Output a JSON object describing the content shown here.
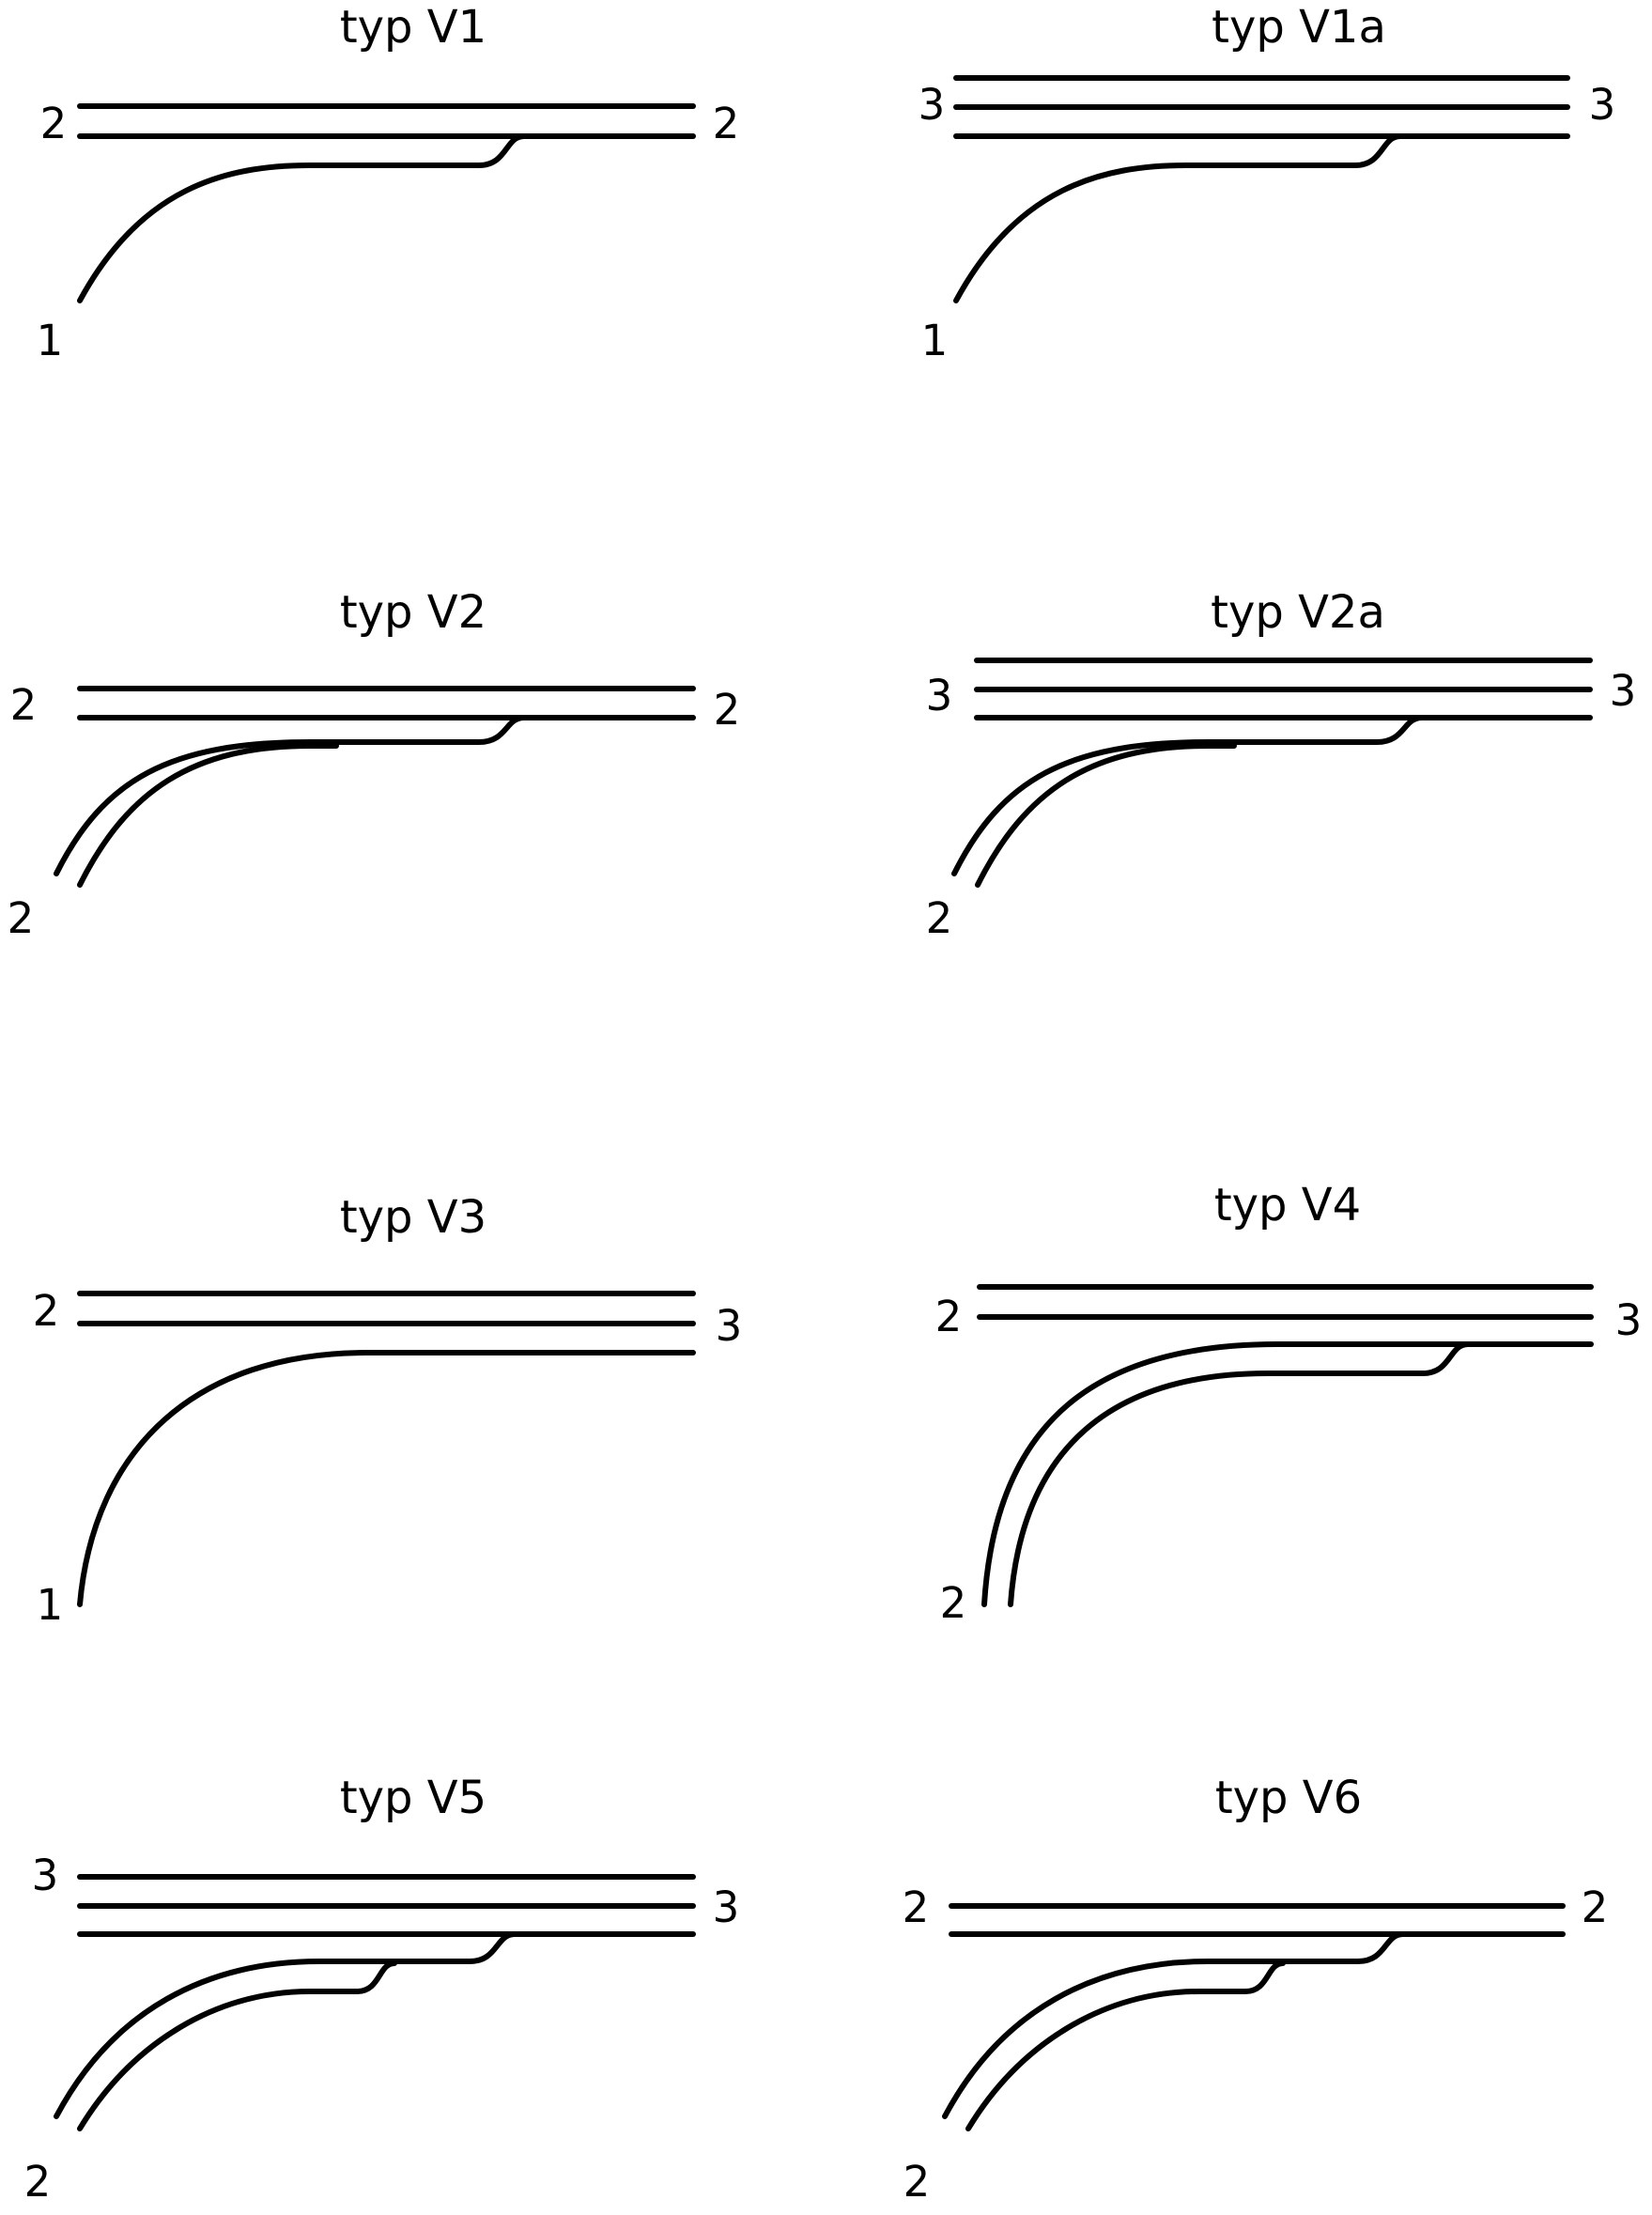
{
  "colors": {
    "line": "#000000",
    "text": "#000000",
    "background": "#ffffff"
  },
  "diagrams": [
    {
      "id": "v1",
      "title": "typ V1",
      "labels": {
        "left": "2",
        "right": "2",
        "branch": "1"
      }
    },
    {
      "id": "v1a",
      "title": "typ V1a",
      "labels": {
        "left": "3",
        "right": "3",
        "branch": "1"
      }
    },
    {
      "id": "v2",
      "title": "typ V2",
      "labels": {
        "left": "2",
        "right": "2",
        "branch": "2"
      }
    },
    {
      "id": "v2a",
      "title": "typ V2a",
      "labels": {
        "left": "3",
        "right": "3",
        "branch": "2"
      }
    },
    {
      "id": "v3",
      "title": "typ V3",
      "labels": {
        "left": "2",
        "right": "3",
        "branch": "1"
      }
    },
    {
      "id": "v4",
      "title": "typ V4",
      "labels": {
        "left": "2",
        "right": "3",
        "branch": "2"
      }
    },
    {
      "id": "v5",
      "title": "typ V5",
      "labels": {
        "left": "3",
        "right": "3",
        "branch": "2"
      }
    },
    {
      "id": "v6",
      "title": "typ V6",
      "labels": {
        "left": "2",
        "right": "2",
        "branch": "2"
      }
    }
  ]
}
